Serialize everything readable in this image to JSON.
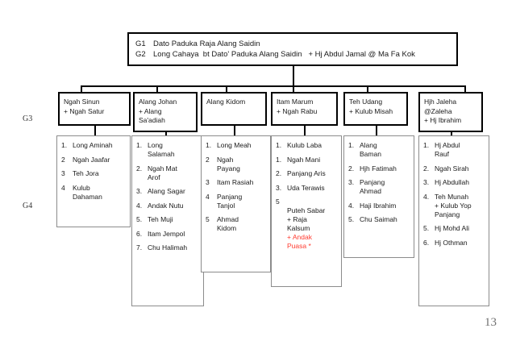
{
  "page": {
    "number": "13"
  },
  "generations": {
    "g3_label": "G3",
    "g4_label": "G4"
  },
  "root": {
    "lines": [
      {
        "gen": "G1",
        "text": "Dato Paduka Raja Alang Saidin"
      },
      {
        "gen": "G2",
        "text": "Long Cahaya  bt Dato' Paduka Alang Saidin   + Hj Abdul Jamal @ Ma Fa Kok"
      }
    ]
  },
  "branches": [
    {
      "g3": "Ngah Sinun\n+ Ngah Satur",
      "children": [
        {
          "num": "1.",
          "name": "Long Aminah"
        },
        {
          "num": "2",
          "name": "Ngah Jaafar"
        },
        {
          "num": "3",
          "name": "Teh Jora"
        },
        {
          "num": "4",
          "name": "Kulub\nDahaman"
        }
      ]
    },
    {
      "g3": "Alang Johan\n+ Alang\n   Sa'adiah",
      "children": [
        {
          "num": "1.",
          "name": "Long\nSalamah"
        },
        {
          "num": "2.",
          "name": "Ngah Mat\nArof"
        },
        {
          "num": "3.",
          "name": "Alang Sagar"
        },
        {
          "num": "4.",
          "name": "Andak Nutu"
        },
        {
          "num": "5.",
          "name": "Teh  Muji"
        },
        {
          "num": "6.",
          "name": "Itam Jempol"
        },
        {
          "num": "7.",
          "name": "Chu Halimah"
        }
      ]
    },
    {
      "g3": "Alang Kidom",
      "children": [
        {
          "num": "1.",
          "name": "Long Meah"
        },
        {
          "num": "2",
          "name": "Ngah\nPayang"
        },
        {
          "num": "3",
          "name": "Itam Rasiah"
        },
        {
          "num": "4",
          "name": "Panjang\nTanjol"
        },
        {
          "num": "5",
          "name": "Ahmad\nKidom"
        }
      ]
    },
    {
      "g3": "Itam Marum\n+ Ngah Rabu",
      "children": [
        {
          "num": "1.",
          "name": "Kulub Laba"
        },
        {
          "num": "1.",
          "name": "Ngah Mani"
        },
        {
          "num": "2.",
          "name": "Panjang Aris"
        },
        {
          "num": "3.",
          "name": "Uda Terawis"
        },
        {
          "num": "5",
          "name": "Puteh Sabar\n+ Raja\nKalsum",
          "extra": "+ Andak\nPuasa *"
        }
      ]
    },
    {
      "g3": "Teh  Udang\n+  Kulub Misah",
      "children": [
        {
          "num": "1.",
          "name": "Alang\nBaman"
        },
        {
          "num": "2.",
          "name": "Hjh Fatimah"
        },
        {
          "num": "3.",
          "name": "Panjang\nAhmad"
        },
        {
          "num": "4.",
          "name": "Haji Ibrahim"
        },
        {
          "num": "5.",
          "name": "Chu Saimah"
        }
      ]
    },
    {
      "g3": "Hjh Jaleha\n@Zaleha\n+ Hj Ibrahim",
      "children": [
        {
          "num": "1.",
          "name": "Hj Abdul\nRauf"
        },
        {
          "num": "2.",
          "name": "Ngah Sirah"
        },
        {
          "num": "3.",
          "name": "Hj Abdullah"
        },
        {
          "num": "4.",
          "name": "Teh Munah\n+ Kulub Yop\nPanjang"
        },
        {
          "num": "5.",
          "name": "Hj Mohd Ali"
        },
        {
          "num": "6.",
          "name": "Hj Othman"
        }
      ]
    }
  ]
}
